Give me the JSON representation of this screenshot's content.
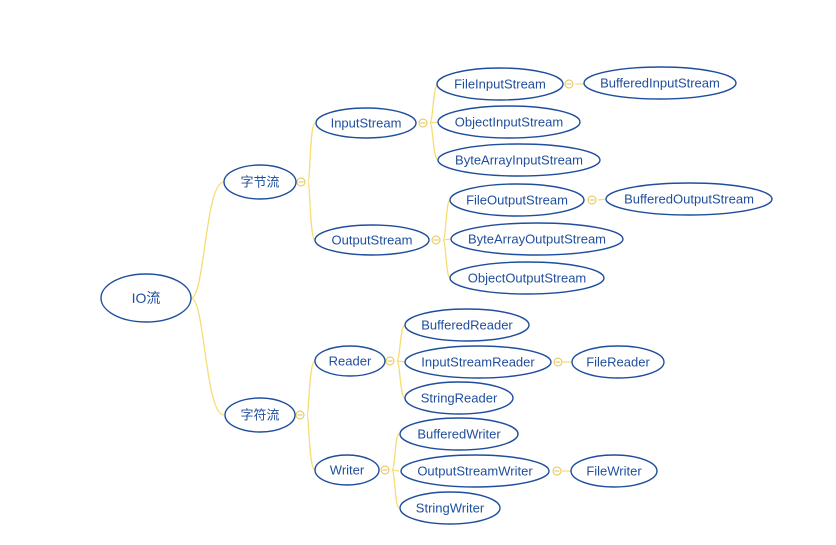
{
  "tree": {
    "root": {
      "label": "IO流"
    },
    "byte_stream": {
      "label": "字节流"
    },
    "char_stream": {
      "label": "字符流"
    },
    "inputstream": {
      "label": "InputStream"
    },
    "outputstream": {
      "label": "OutputStream"
    },
    "reader": {
      "label": "Reader"
    },
    "writer": {
      "label": "Writer"
    },
    "fileinputstream": {
      "label": "FileInputStream"
    },
    "bufferedinputstream": {
      "label": "BufferedInputStream"
    },
    "objectinputstream": {
      "label": "ObjectInputStream"
    },
    "bytearrayinputstream": {
      "label": "ByteArrayInputStream"
    },
    "fileoutputstream": {
      "label": "FileOutputStream"
    },
    "bufferedoutputstream": {
      "label": "BufferedOutputStream"
    },
    "bytearrayoutputstream": {
      "label": "ByteArrayOutputStream"
    },
    "objectoutputstream": {
      "label": "ObjectOutputStream"
    },
    "bufferedreader": {
      "label": "BufferedReader"
    },
    "inputstreamreader": {
      "label": "InputStreamReader"
    },
    "filereader": {
      "label": "FileReader"
    },
    "stringreader": {
      "label": "StringReader"
    },
    "bufferedwriter": {
      "label": "BufferedWriter"
    },
    "outputstreamwriter": {
      "label": "OutputStreamWriter"
    },
    "filewriter": {
      "label": "FileWriter"
    },
    "stringwriter": {
      "label": "StringWriter"
    }
  },
  "colors": {
    "node_border": "#1f4e9e",
    "node_text": "#1f4e9e",
    "connector": "#f6dd73",
    "collapse_marker": "#e3c24b"
  }
}
